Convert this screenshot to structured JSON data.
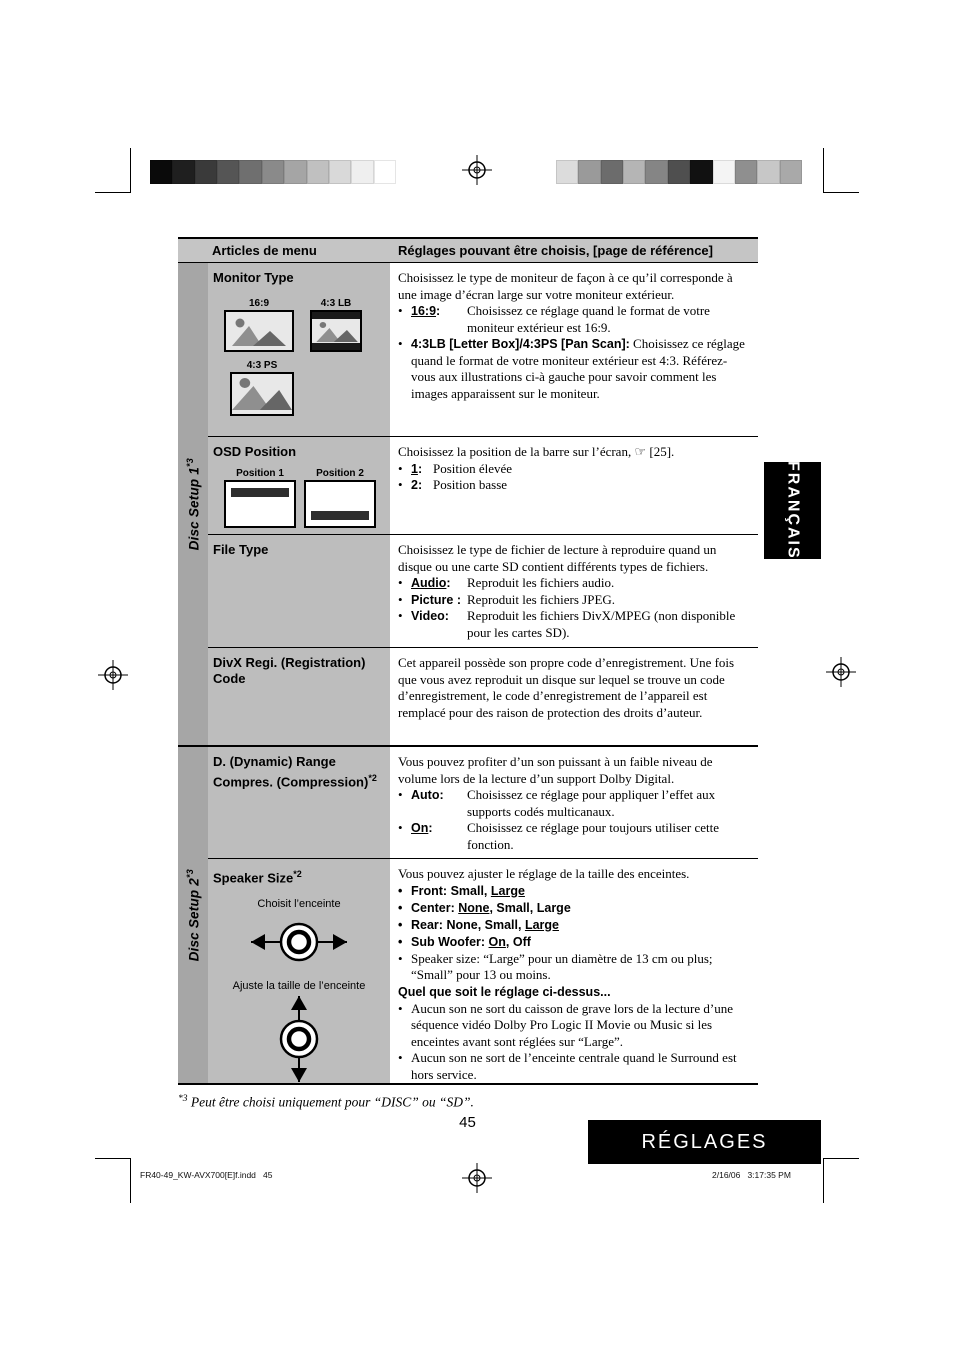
{
  "glyphs": {
    "bullet": "•"
  },
  "print_marks": {
    "left_bar_colors": [
      "#0a0a0a",
      "#1f1f1f",
      "#3a3a3a",
      "#555555",
      "#6f6f6f",
      "#8a8a8a",
      "#a5a5a5",
      "#c0c0c0",
      "#d9d9d9",
      "#efefef",
      "#ffffff"
    ],
    "right_bar_colors": [
      "#dcdcdc",
      "#9a9a9a",
      "#6c6c6c",
      "#b5b5b5",
      "#858585",
      "#4f4f4f",
      "#111111",
      "#f4f4f4",
      "#8f8f8f",
      "#c7c7c7",
      "#a9a9a9"
    ]
  },
  "page": {
    "language_tab": "FRANÇAIS",
    "section_box": "RÉGLAGES",
    "page_number": "45",
    "footnote_marker": "*3",
    "footnote_text": " Peut être choisi uniquement pour “DISC” ou “SD”.",
    "print_footer_left": "FR40-49_KW-AVX700[E]f.indd   45",
    "print_footer_right": "2/16/06   3:17:35 PM"
  },
  "table": {
    "header": {
      "col_menu": "Articles de menu",
      "col_settings": "Réglages pouvant être choisis, [page de référence]"
    },
    "sidebar": {
      "group1_label": "Disc Setup 1",
      "group1_sup": "*3",
      "group2_label": "Disc Setup 2",
      "group2_sup": "*3"
    },
    "monitor": {
      "title": "Monitor Type",
      "screens": [
        {
          "label": "16:9"
        },
        {
          "label": "4:3 LB"
        },
        {
          "label": "4:3 PS"
        }
      ],
      "intro": "Choisissez le type de moniteur de façon à ce qu’il corresponde à une image d’écran large sur votre moniteur extérieur.",
      "opt1_kw": "16:9",
      "opt1_colon": ":",
      "opt1_text": "Choisissez ce réglage quand le format de votre moniteur extérieur est 16:9.",
      "opt2_kw": "4:3LB [Letter Box]/4:3PS [Pan Scan]:",
      "opt2_text": " Choisissez ce réglage quand le format de votre moniteur extérieur est 4:3. Référez-vous aux illustrations ci-à gauche pour savoir comment les images apparaissent sur le moniteur."
    },
    "osd": {
      "title": "OSD Position",
      "screens": [
        {
          "label": "Position 1"
        },
        {
          "label": "Position 2"
        }
      ],
      "intro": "Choisissez la position de la barre sur l’écran, ☞ [25].",
      "opt1_kw": "1",
      "opt1_colon": ":",
      "opt1_text": "Position élevée",
      "opt2_kw": "2",
      "opt2_colon": ":",
      "opt2_text": "Position basse"
    },
    "file": {
      "title": "File Type",
      "intro": "Choisissez le type de fichier de lecture à reproduire quand un disque ou une carte SD contient différents types de fichiers.",
      "opt1_kw": "Audio",
      "opt1_colon": ":",
      "opt1_text": "Reproduit les fichiers audio.",
      "opt2_kw": "Picture :",
      "opt2_text": "Reproduit les fichiers JPEG.",
      "opt3_kw": "Video:",
      "opt3_text": "Reproduit les fichiers DivX/MPEG (non disponible pour les cartes SD)."
    },
    "divx": {
      "title_line1": "DivX Regi. (Registration)",
      "title_line2": "Code",
      "text": "Cet appareil possède son propre code d’enregistrement. Une fois que vous avez reproduit un disque sur lequel se trouve un code d’enregistrement, le code d’enregistrement de l’appareil est remplacé pour des raison de protection des droits d’auteur."
    },
    "drc": {
      "title_line1": "D. (Dynamic) Range",
      "title_line2": "Compres. (Compression)",
      "title_sup": "*2",
      "intro": "Vous pouvez profiter d’un son puissant à un faible niveau de volume lors de la lecture d’un support Dolby Digital.",
      "opt1_kw": "Auto:",
      "opt1_text": "Choisissez ce réglage pour appliquer l’effet aux supports codés multicanaux.",
      "opt2_kw": "On",
      "opt2_colon": ":",
      "opt2_text": "Choisissez ce réglage pour toujours utiliser cette fonction."
    },
    "speaker": {
      "title": "Speaker Size",
      "title_sup": "*2",
      "knob_select_caption": "Choisit l’enceinte",
      "knob_adjust_caption": "Ajuste la taille de l’enceinte",
      "intro": "Vous pouvez ajuster le réglage de la taille des enceintes.",
      "front_label": "Front: ",
      "front_pre": "Small, ",
      "front_default": "Large",
      "center_label": "Center: ",
      "center_default": "None",
      "center_post": ", Small, Large",
      "rear_label": "Rear: ",
      "rear_pre": "None, Small, ",
      "rear_default": "Large",
      "sub_label": "Sub Woofer: ",
      "sub_default": "On",
      "sub_post": ", Off",
      "size_note": "Speaker size: “Large” pour un diamètre de 13 cm ou plus; “Small” pour 13 ou moins.",
      "regardless_heading": "Quel que soit le réglage ci-dessus...",
      "note1": "Aucun son ne sort du caisson de grave lors de la lecture d’une séquence vidéo Dolby Pro Logic II Movie ou Music si les enceintes avant sont réglées sur “Large”.",
      "note2": "Aucun son ne sort de l’enceinte centrale quand le Surround est hors service."
    }
  }
}
